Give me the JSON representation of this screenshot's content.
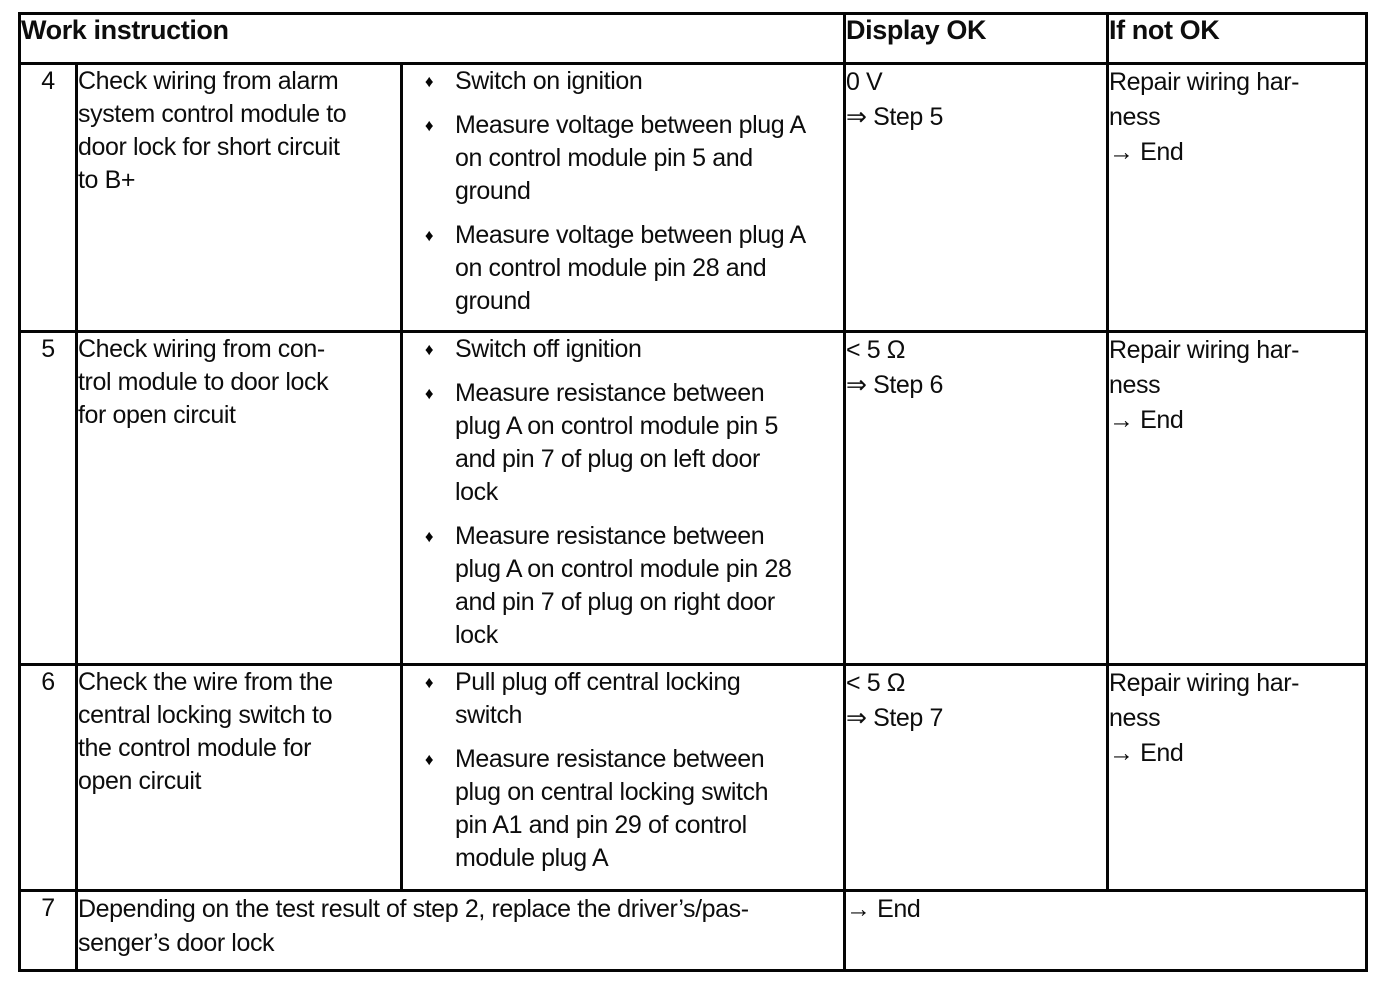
{
  "header": {
    "work_instruction": "Work instruction",
    "display_ok": "Display OK",
    "if_not_ok": "If not OK"
  },
  "icons": {
    "bullet": "♦"
  },
  "rows": [
    {
      "step": "4",
      "description": "Check wiring from alarm\nsystem control module to\ndoor lock for short circuit\nto B+",
      "actions": [
        "Switch on ignition",
        "Measure voltage between plug A\non control module pin 5 and\nground",
        "Measure voltage between plug A\non control module pin 28 and\nground"
      ],
      "display_ok": "0 V\n⇒ Step 5",
      "if_not_ok": "Repair wiring har-\nness\n→ End"
    },
    {
      "step": "5",
      "description": "Check wiring from con-\ntrol module to door lock\nfor open circuit",
      "actions": [
        "Switch off ignition",
        "Measure resistance between\nplug A on control module pin 5\nand pin 7 of plug on left door\nlock",
        "Measure resistance between\nplug A on control module pin 28\nand pin 7 of plug on right door\nlock"
      ],
      "display_ok": "< 5 Ω\n⇒ Step 6",
      "if_not_ok": "Repair wiring har-\nness\n→ End"
    },
    {
      "step": "6",
      "description": "Check the wire from the\ncentral locking switch to\nthe control module for\nopen circuit",
      "actions": [
        "Pull plug off central locking\nswitch",
        "Measure resistance between\nplug on central locking switch\npin A1 and pin 29 of control\nmodule plug A"
      ],
      "display_ok": "< 5 Ω\n⇒ Step 7",
      "if_not_ok": "Repair wiring har-\nness\n→ End"
    }
  ],
  "final_row": {
    "step": "7",
    "description": "Depending on the test result of step 2, replace the driver’s/pas-\nsenger’s door lock",
    "result": "→ End"
  }
}
